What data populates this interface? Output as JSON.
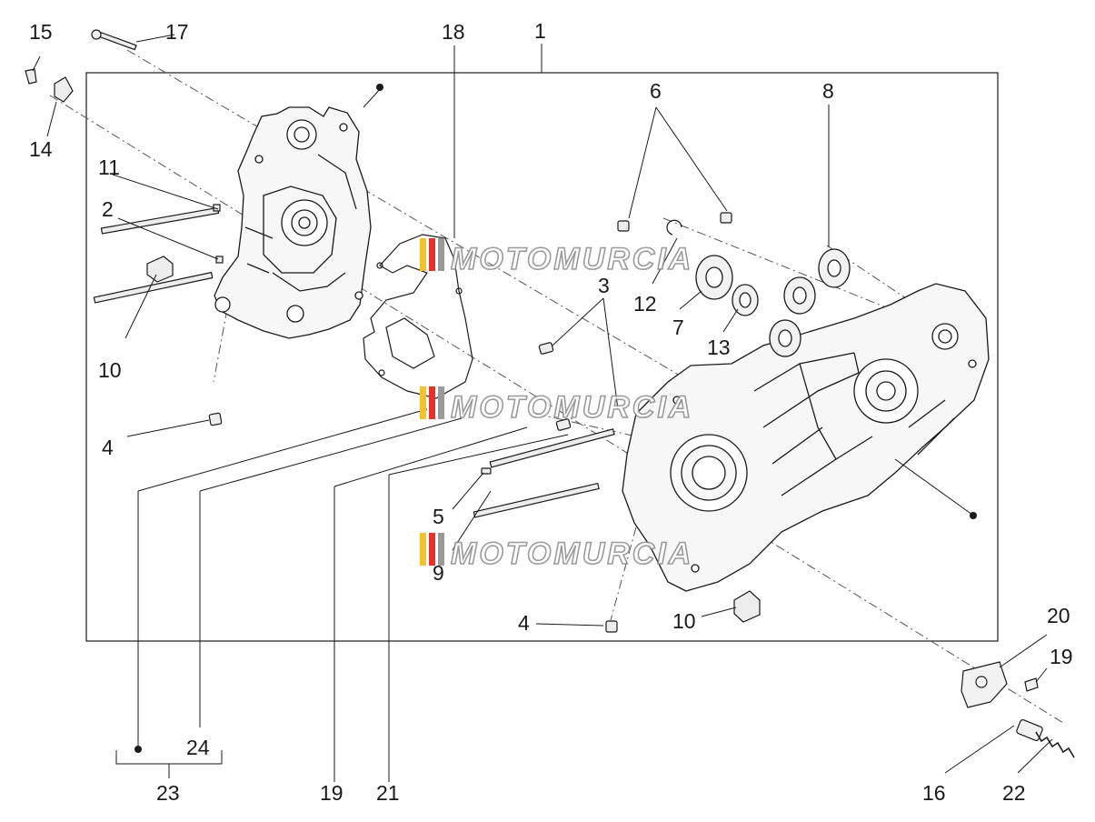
{
  "watermark": {
    "text": "MOTOMURCIA",
    "stripe_colors": [
      "#f2c230",
      "#e2342a",
      "#9a9a9a"
    ]
  },
  "colors": {
    "line": "#1a1a1a",
    "part_fill": "#f7f7f7",
    "dash": "#555555"
  },
  "callouts": {
    "n1": "1",
    "n2": "2",
    "n3": "3",
    "n4a": "4",
    "n4b": "4",
    "n5": "5",
    "n6": "6",
    "n7": "7",
    "n8": "8",
    "n9": "9",
    "n10a": "10",
    "n10b": "10",
    "n11": "11",
    "n12": "12",
    "n13": "13",
    "n14": "14",
    "n15": "15",
    "n16": "16",
    "n17": "17",
    "n18": "18",
    "n19a": "19",
    "n19b": "19",
    "n20": "20",
    "n21": "21",
    "n22": "22",
    "n23": "23",
    "n24": "24"
  }
}
